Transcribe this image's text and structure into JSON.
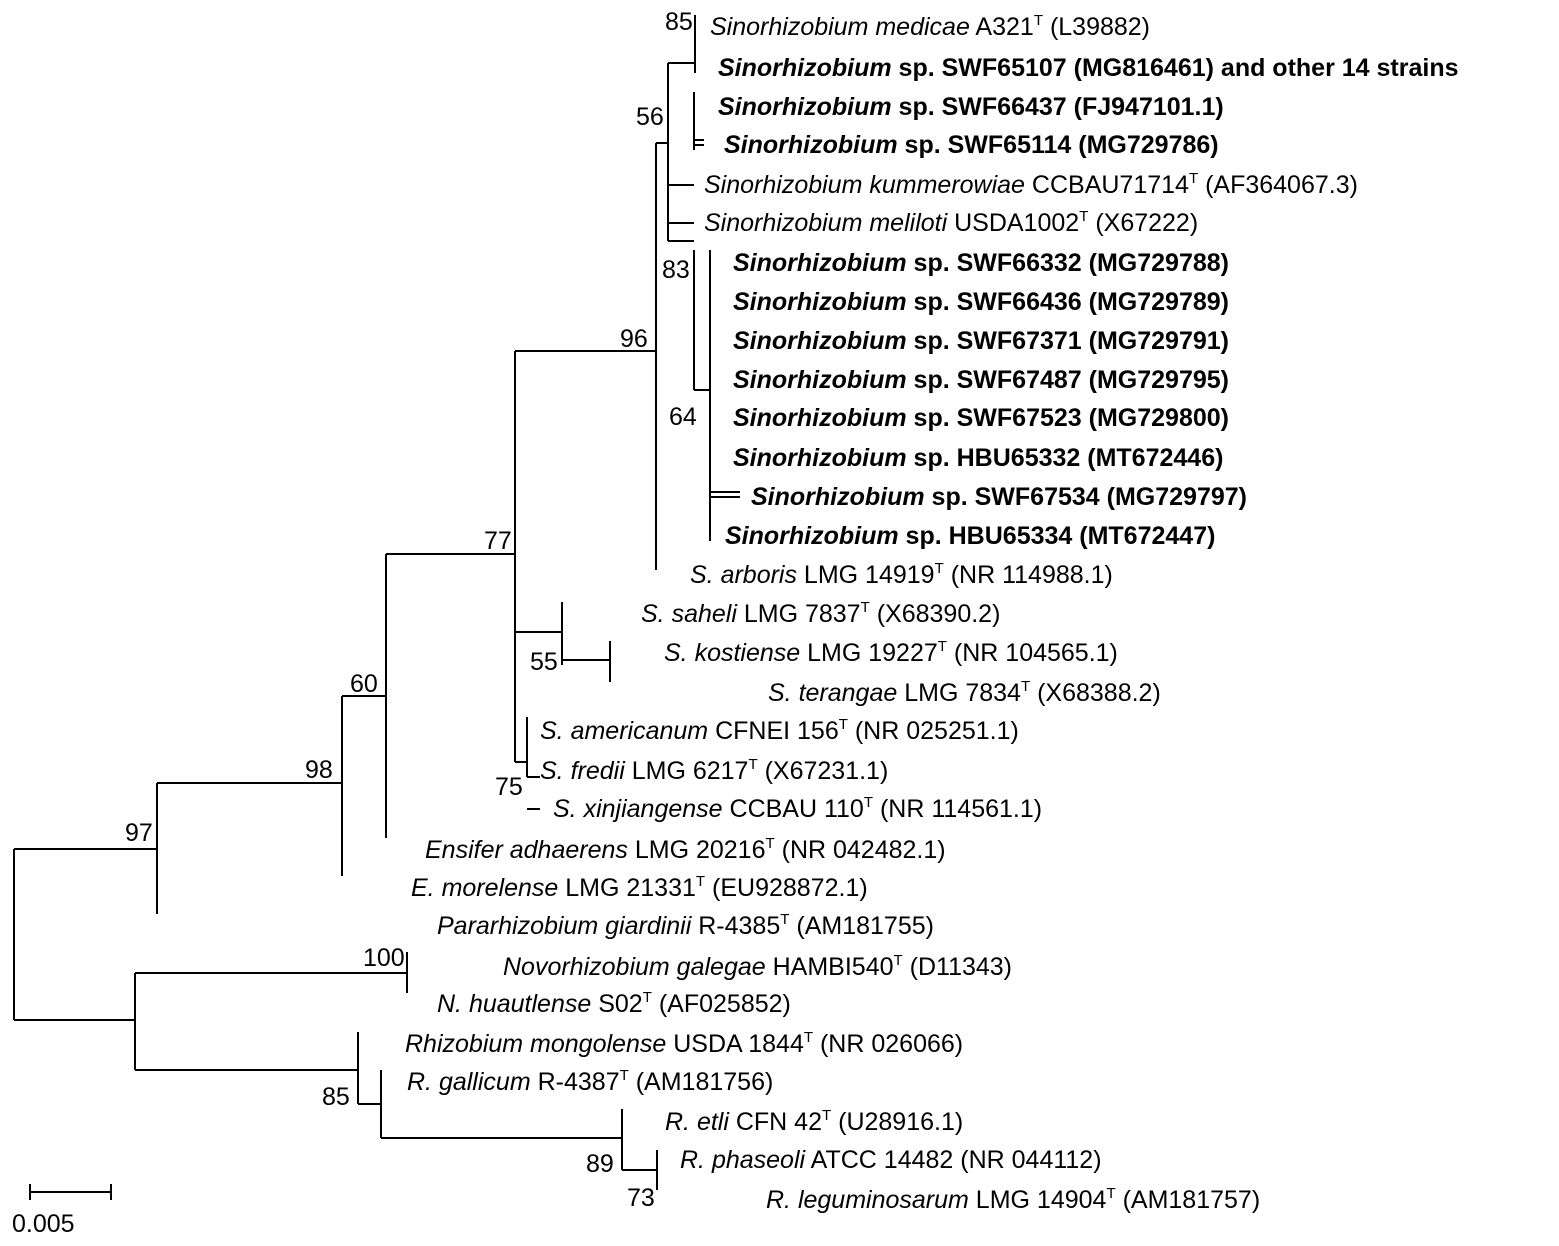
{
  "scale_bar": {
    "label": "0.005"
  },
  "taxa": [
    {
      "genus": "Sinorhizobium medicae",
      "strain": "A321",
      "type_strain": true,
      "accession": "(L39882)",
      "bold": false
    },
    {
      "genus": "Sinorhizobium",
      "strain": "sp. SWF65107 (MG816461) and other 14 strains",
      "type_strain": false,
      "accession": "",
      "bold": true
    },
    {
      "genus": "Sinorhizobium",
      "strain": "sp. SWF66437",
      "type_strain": false,
      "accession": "(FJ947101.1)",
      "bold": true
    },
    {
      "genus": "Sinorhizobium",
      "strain": "sp. SWF65114",
      "type_strain": false,
      "accession": "(MG729786)",
      "bold": true
    },
    {
      "genus": "Sinorhizobium kummerowiae",
      "strain": "CCBAU71714",
      "type_strain": true,
      "accession": "(AF364067.3)",
      "bold": false
    },
    {
      "genus": "Sinorhizobium meliloti",
      "strain": "USDA1002",
      "type_strain": true,
      "accession": "(X67222)",
      "bold": false
    },
    {
      "genus": "Sinorhizobium",
      "strain": "sp. SWF66332",
      "type_strain": false,
      "accession": "(MG729788)",
      "bold": true
    },
    {
      "genus": "Sinorhizobium",
      "strain": "sp. SWF66436",
      "type_strain": false,
      "accession": "(MG729789)",
      "bold": true
    },
    {
      "genus": "Sinorhizobium",
      "strain": "sp. SWF67371",
      "type_strain": false,
      "accession": "(MG729791)",
      "bold": true
    },
    {
      "genus": "Sinorhizobium",
      "strain": "sp. SWF67487",
      "type_strain": false,
      "accession": "(MG729795)",
      "bold": true
    },
    {
      "genus": "Sinorhizobium",
      "strain": "sp. SWF67523",
      "type_strain": false,
      "accession": "(MG729800)",
      "bold": true
    },
    {
      "genus": "Sinorhizobium",
      "strain": "sp. HBU65332",
      "type_strain": false,
      "accession": "(MT672446)",
      "bold": true
    },
    {
      "genus": "Sinorhizobium",
      "strain": "sp. SWF67534",
      "type_strain": false,
      "accession": "(MG729797)",
      "bold": true
    },
    {
      "genus": "Sinorhizobium",
      "strain": "sp. HBU65334",
      "type_strain": false,
      "accession": "(MT672447)",
      "bold": true
    },
    {
      "genus": "S. arboris",
      "strain": "LMG 14919",
      "type_strain": true,
      "accession": "(NR 114988.1)",
      "bold": false
    },
    {
      "genus": "S. saheli",
      "strain": "LMG 7837",
      "type_strain": true,
      "accession": "(X68390.2)",
      "bold": false
    },
    {
      "genus": "S. kostiense",
      "strain": "LMG 19227",
      "type_strain": true,
      "accession": "(NR 104565.1)",
      "bold": false
    },
    {
      "genus": "S. terangae",
      "strain": "LMG 7834",
      "type_strain": true,
      "accession": "(X68388.2)",
      "bold": false
    },
    {
      "genus": "S. americanum",
      "strain": "CFNEI 156",
      "type_strain": true,
      "accession": "(NR 025251.1)",
      "bold": false
    },
    {
      "genus": "S. fredii",
      "strain": "LMG 6217",
      "type_strain": true,
      "accession": "(X67231.1)",
      "bold": false
    },
    {
      "genus": "S. xinjiangense",
      "strain": "CCBAU 110",
      "type_strain": true,
      "accession": "(NR 114561.1)",
      "bold": false
    },
    {
      "genus": "Ensifer adhaerens",
      "strain": "LMG 20216",
      "type_strain": true,
      "accession": "(NR 042482.1)",
      "bold": false
    },
    {
      "genus": "E. morelense",
      "strain": "LMG 21331",
      "type_strain": true,
      "accession": "(EU928872.1)",
      "bold": false
    },
    {
      "genus": "Pararhizobium giardinii",
      "strain": "R-4385",
      "type_strain": true,
      "accession": "(AM181755)",
      "bold": false
    },
    {
      "genus": "Novorhizobium galegae",
      "strain": "HAMBI540",
      "type_strain": true,
      "accession": "(D11343)",
      "bold": false
    },
    {
      "genus": "N. huautlense",
      "strain": "S02",
      "type_strain": true,
      "accession": "(AF025852)",
      "bold": false
    },
    {
      "genus": "Rhizobium mongolense",
      "strain": "USDA 1844",
      "type_strain": true,
      "accession": "(NR 026066)",
      "bold": false
    },
    {
      "genus": "R. gallicum",
      "strain": "R-4387",
      "type_strain": true,
      "accession": "(AM181756)",
      "bold": false
    },
    {
      "genus": "R. etli",
      "strain": "CFN 42",
      "type_strain": true,
      "accession": "(U28916.1)",
      "bold": false
    },
    {
      "genus": "R. phaseoli",
      "strain": "ATCC 14482",
      "type_strain": false,
      "accession": "(NR 044112)",
      "bold": false
    },
    {
      "genus": "R. leguminosarum",
      "strain": "LMG 14904",
      "type_strain": true,
      "accession": "(AM181757)",
      "bold": false
    }
  ],
  "bootstrap": [
    "85",
    "56",
    "83",
    "64",
    "96",
    "77",
    "55",
    "75",
    "60",
    "98",
    "97",
    "100",
    "85",
    "89",
    "73"
  ]
}
